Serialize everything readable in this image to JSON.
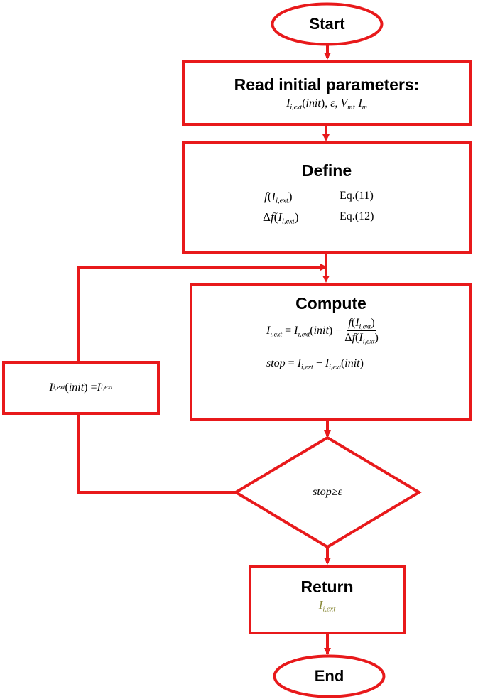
{
  "colors": {
    "stroke": "#e8191b",
    "text": "#000000",
    "return_value": "#8a8a3a"
  },
  "start": {
    "label": "Start"
  },
  "read": {
    "title": "Read initial parameters:"
  },
  "define": {
    "title": "Define",
    "eq_11": "Eq.(11)",
    "eq_12": "Eq.(12)"
  },
  "compute": {
    "title": "Compute"
  },
  "decision": {},
  "update": {},
  "return_node": {
    "title": "Return"
  },
  "end": {
    "label": "End"
  }
}
